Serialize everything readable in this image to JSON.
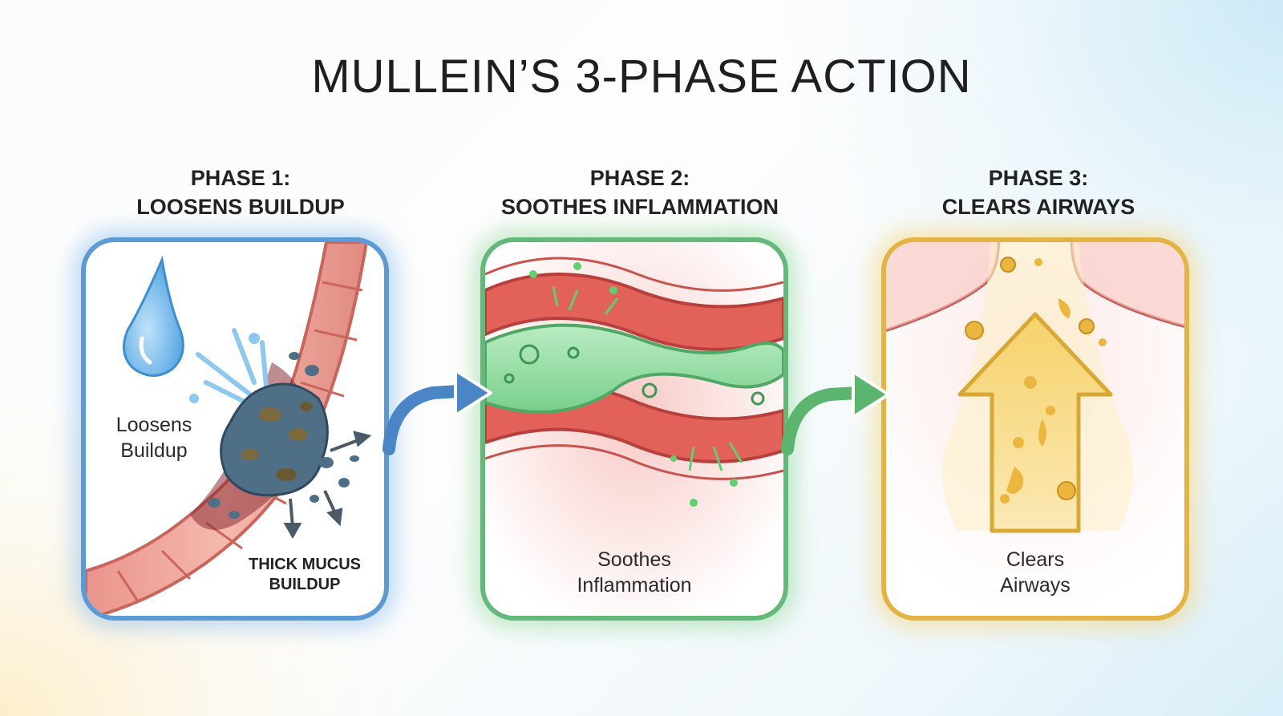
{
  "title": "MULLEIN’S 3-PHASE ACTION",
  "phases": [
    {
      "heading_line1": "PHASE 1:",
      "heading_line2": "LOOSENS BUILDUP",
      "label_line1": "Loosens",
      "label_line2": "Buildup",
      "sublabel_line1": "THICK MUCUS",
      "sublabel_line2": "BUILDUP",
      "color": "#5b9bd5",
      "icons": [
        "water-drop-icon",
        "airway-tube-icon",
        "mucus-clump-icon"
      ]
    },
    {
      "heading_line1": "PHASE 2:",
      "heading_line2": "SOOTHES INFLAMMATION",
      "label_line1": "Soothes",
      "label_line2": "Inflammation",
      "color": "#63b97a",
      "icons": [
        "inflamed-tissue-icon",
        "soothing-gel-icon"
      ]
    },
    {
      "heading_line1": "PHASE 3:",
      "heading_line2": "CLEARS AIRWAYS",
      "label_line1": "Clears",
      "label_line2": "Airways",
      "color": "#e3b343",
      "icons": [
        "up-arrow-icon",
        "airway-icon"
      ]
    }
  ],
  "connectors": [
    {
      "from": 1,
      "to": 2,
      "color": "#4a86c5"
    },
    {
      "from": 2,
      "to": 3,
      "color": "#5cb56e"
    }
  ]
}
